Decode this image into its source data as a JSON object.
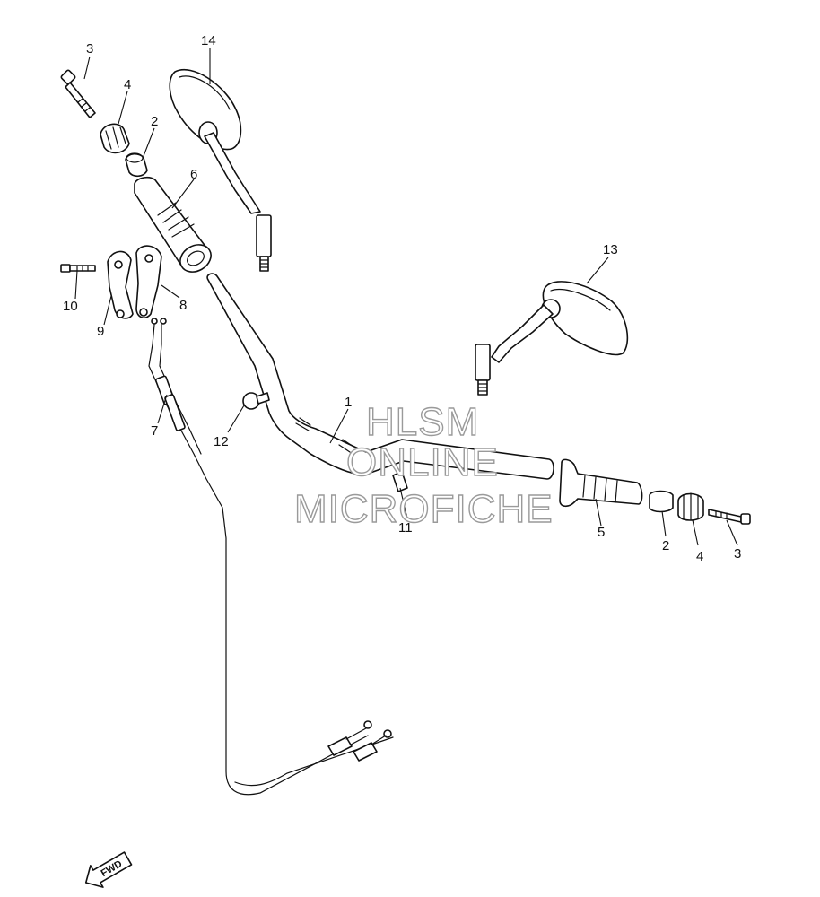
{
  "callouts": {
    "c1": "1",
    "c2a": "2",
    "c2b": "2",
    "c3a": "3",
    "c3b": "3",
    "c4a": "4",
    "c4b": "4",
    "c5": "5",
    "c6": "6",
    "c7": "7",
    "c8": "8",
    "c9": "9",
    "c10": "10",
    "c11": "11",
    "c12": "12",
    "c13": "13",
    "c14": "14"
  },
  "watermark": {
    "line1": "HLSM",
    "line2": "ONLINE",
    "line3": "MICROFICHE"
  },
  "fwd_label": "FWD"
}
